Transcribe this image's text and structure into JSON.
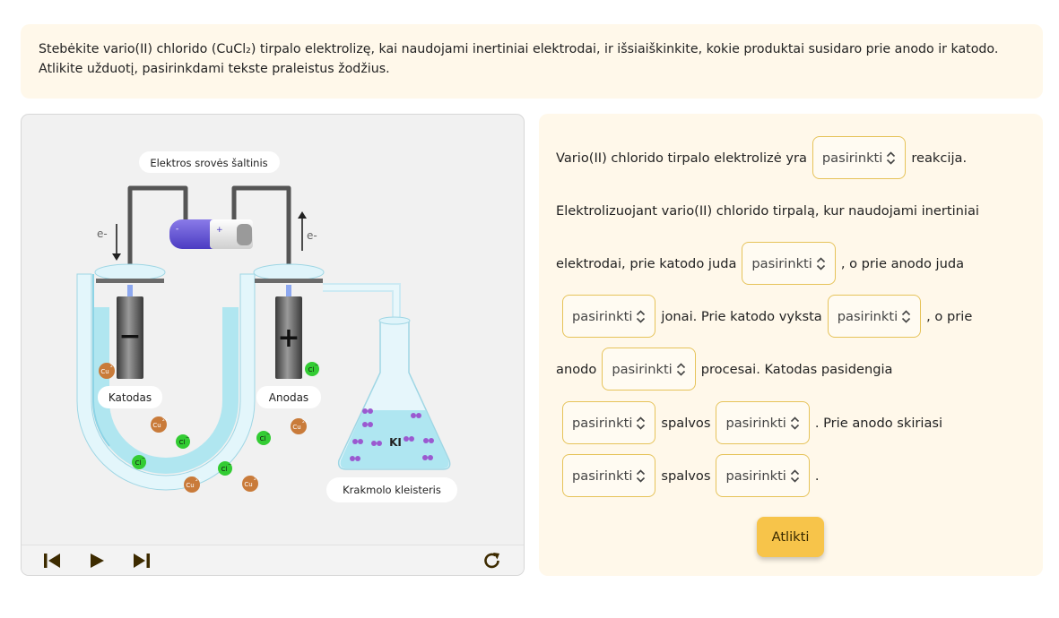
{
  "task": {
    "text": "Stebėkite vario(II) chlorido (CuCl₂) tirpalo elektrolizę, kai naudojami inertiniai elektrodai, ir išsiaiškinkite, kokie produktai susidaro prie anodo ir katodo. Atlikite užduotį, pasirinkdami tekste praleistus žodžius."
  },
  "simulation": {
    "labels": {
      "power_source": "Elektros srovės šaltinis",
      "electron_left": "e-",
      "electron_right": "e-",
      "cathode": "Katodas",
      "anode": "Anodas",
      "ki": "KI",
      "starch": "Krakmolo kleisteris",
      "cathode_sign": "−",
      "anode_sign": "+",
      "battery_minus": "-",
      "battery_plus": "+"
    },
    "ions": {
      "cu": "Cu",
      "cu_charge": "2+",
      "cl": "Cl",
      "cl_charge": "−"
    },
    "colors": {
      "cu_ion": "#c97b3a",
      "cl_ion": "#33cc33",
      "solution": "#a9e4f0",
      "control_icon": "#3d2b00"
    }
  },
  "controls": {
    "prev_icon": "skip-back-icon",
    "play_icon": "play-icon",
    "next_icon": "skip-forward-icon",
    "reset_icon": "reload-icon"
  },
  "form": {
    "placeholder": "pasirinkti",
    "t1": "Vario(II) chlorido tirpalo elektrolizė yra",
    "t2": "reakcija.",
    "t3": "Elektrolizuojant vario(II) chlorido tirpalą, kur naudojami inertiniai",
    "t4": "elektrodai, prie katodo juda",
    "t5": ", o prie anodo juda",
    "t6": "jonai. Prie katodo vyksta",
    "t7": ", o prie",
    "t8": "anodo",
    "t9": "procesai. Katodas pasidengia",
    "t10": "spalvos",
    "t11": ". Prie anodo skiriasi",
    "t12": "spalvos",
    "t13": ".",
    "submit": "Atlikti"
  }
}
